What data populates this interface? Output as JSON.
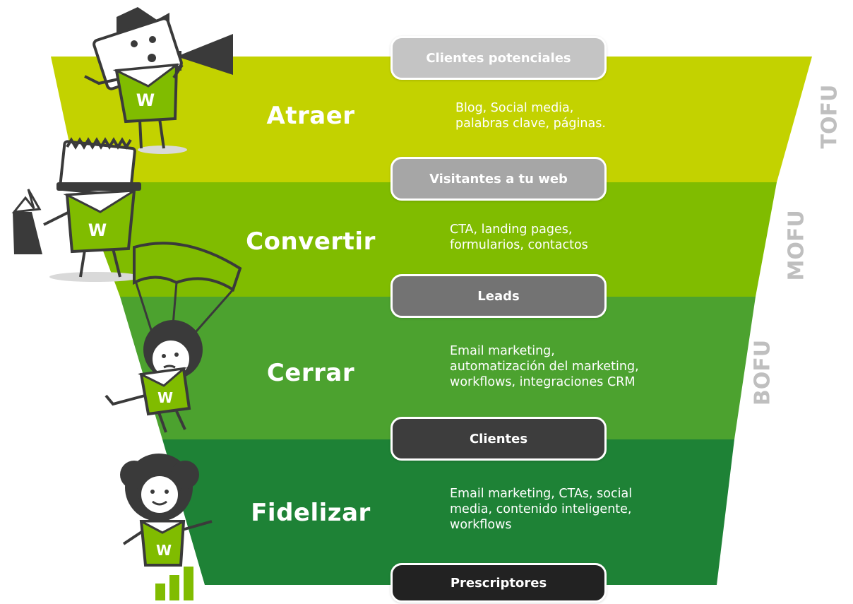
{
  "colors": {
    "tofu": "#c3d200",
    "mofu": "#80bc00",
    "bofu": "#4ca22f",
    "fidelizar": "#1e8236",
    "pill_1": "#c4c4c4",
    "pill_2": "#a6a6a6",
    "pill_3": "#737373",
    "pill_4": "#3d3d3d",
    "pill_5": "#222222",
    "side_label": "#bfbfbf"
  },
  "stages": [
    {
      "title": "Atraer",
      "description": [
        "Blog, Social media,",
        "palabras clave, páginas."
      ],
      "side_label": "TOFU",
      "character_icon": "megaphone-character-icon"
    },
    {
      "title": "Convertir",
      "description": [
        "CTA, landing pages,",
        "formularios, contactos"
      ],
      "side_label": "MOFU",
      "character_icon": "magician-hat-character-icon"
    },
    {
      "title": "Cerrar",
      "description": [
        "Email marketing,",
        "automatización del marketing,",
        "workflows, integraciones CRM"
      ],
      "side_label": "BOFU",
      "character_icon": "parachute-character-icon"
    },
    {
      "title": "Fidelizar",
      "description": [
        "Email marketing, CTAs, social",
        "media, contenido inteligente,",
        "workflows"
      ],
      "side_label": "",
      "character_icon": "growth-chart-character-icon"
    }
  ],
  "pills": [
    "Clientes potenciales",
    "Visitantes a tu web",
    "Leads",
    "Clientes",
    "Prescriptores"
  ],
  "character_badge": "W"
}
